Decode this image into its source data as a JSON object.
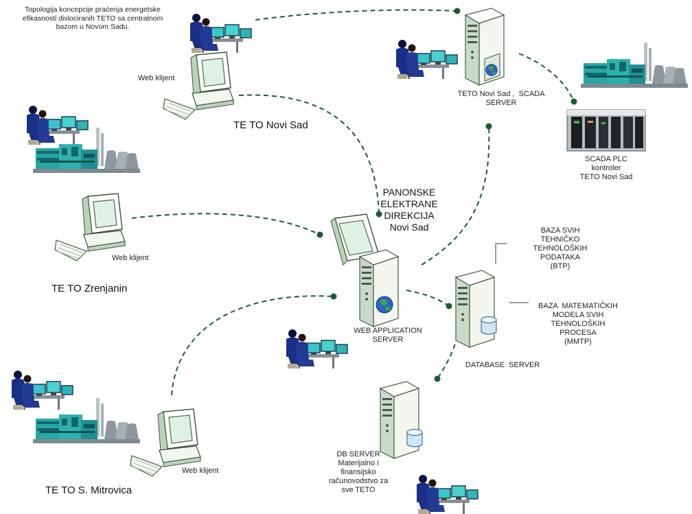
{
  "intro": {
    "line1": "Topologija koncepcije praćenja energetske",
    "line2": "efikasnosti dislociranih TETO sa centralnom",
    "line3": "bazom u Novom Sadu."
  },
  "web_client_label": "Web klijent",
  "sites": {
    "novi_sad": "TE TO Novi Sad",
    "zrenjanin": "TE TO Zrenjanin",
    "mitrovica": "TE TO S. Mitrovica"
  },
  "central": {
    "line1": "PANONSKE",
    "line2": "ELEKTRANE",
    "line3": "DIREKCIJA",
    "line4": "Novi Sad"
  },
  "web_app_server": {
    "line1": "WEB APPLICATION",
    "line2": "SERVER"
  },
  "scada_server": {
    "line1": "TETO Novi Sad ,  SCADA",
    "line2": "SERVER"
  },
  "scada_plc": {
    "line1": "SCADA PLC",
    "line2": "kontroler",
    "line3": "TETO Novi Sad"
  },
  "db_server_label": "DATABASE  SERVER",
  "btp": {
    "line1": "BAZA SVIH",
    "line2": "TEHNIČKO",
    "line3": "TEHNOLOŠKIH",
    "line4": "PODATAKA",
    "line5": "(BTP)"
  },
  "mmtp": {
    "line1": "BAZA  MATEMATIČKIH",
    "line2": "MODELA SVIH",
    "line3": "TEHNOLOŠKIH",
    "line4": "PROCESA",
    "line5": "(MMTP)"
  },
  "finance_db": {
    "line1": "DB SERVER",
    "line2": "Materijalno i",
    "line3": "finansijsko",
    "line4": "računovodstvo za",
    "line5": "sve TETO"
  },
  "colors": {
    "link": "#1e5a36",
    "plant": "#28a5a5",
    "plant_dark": "#12676a",
    "operator": "#1a2f86",
    "monitor": "#dff1e4",
    "server": "#f3f7ef",
    "globe": "#2b63c8"
  }
}
